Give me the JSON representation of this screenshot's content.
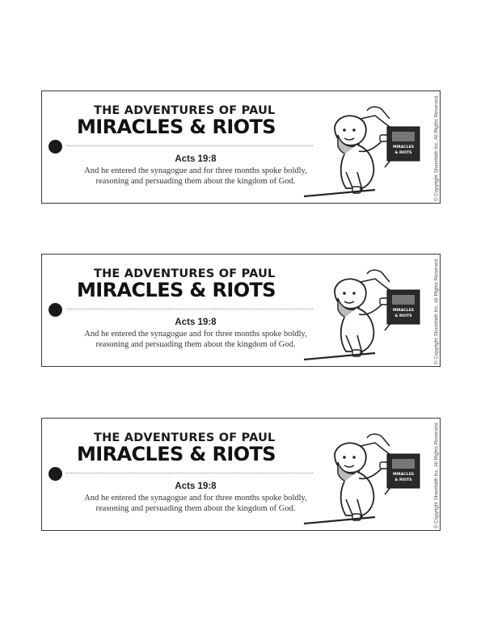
{
  "bookmarks": [
    {
      "series_title": "THE ADVENTURES OF PAUL",
      "title": "MIRACLES & RIOTS",
      "verse_ref": "Acts 19:8",
      "verse_text": "And he entered the synagogue and for three months spoke boldly, reasoning and persuading them about the kingdom of God.",
      "copyright": "© Copyright Sharefaith Inc. All Rights Reserved."
    },
    {
      "series_title": "THE ADVENTURES OF PAUL",
      "title": "MIRACLES & RIOTS",
      "verse_ref": "Acts 19:8",
      "verse_text": "And he entered the synagogue and for three months spoke boldly, reasoning and persuading them about the kingdom of God.",
      "copyright": "© Copyright Sharefaith Inc. All Rights Reserved."
    },
    {
      "series_title": "THE ADVENTURES OF PAUL",
      "title": "MIRACLES & RIOTS",
      "verse_ref": "Acts 19:8",
      "verse_text": "And he entered the synagogue and for three months spoke boldly, reasoning and persuading them about the kingdom of God.",
      "copyright": "© Copyright Sharefaith Inc. All Rights Reserved."
    }
  ],
  "colors": {
    "border": "#3a3a3a",
    "text": "#222222",
    "punch_hole": "#1a1a1a"
  },
  "icons": [
    "punch-hole",
    "paul-illustration"
  ]
}
